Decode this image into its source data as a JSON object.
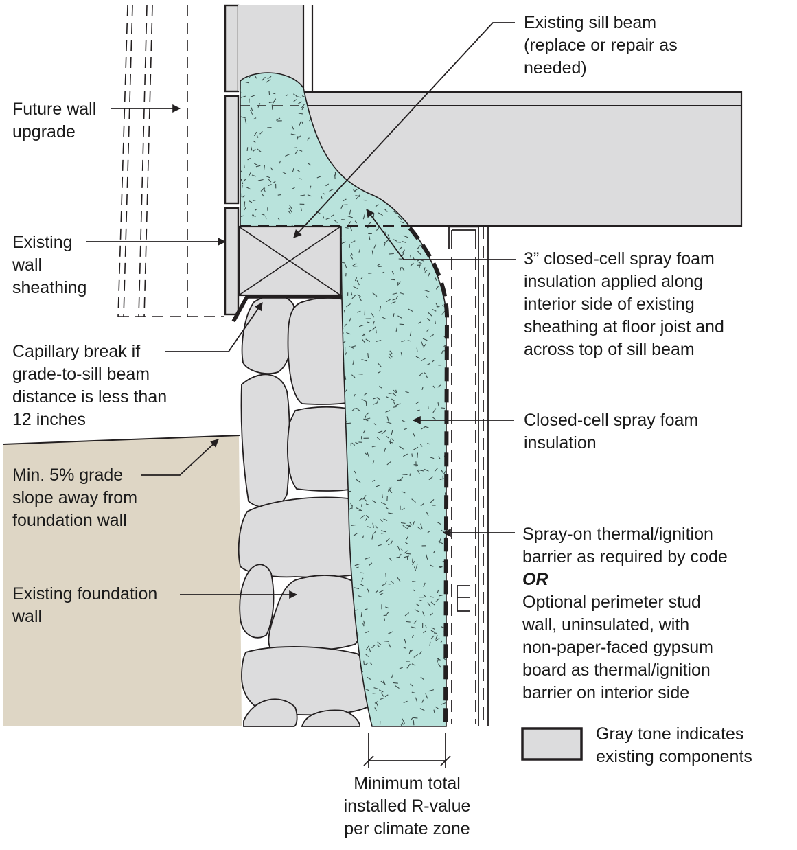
{
  "diagram": {
    "labels": {
      "sill_beam": "Existing sill beam\n(replace or repair as\nneeded)",
      "future_wall": "Future wall\nupgrade",
      "sheathing": "Existing\nwall\nsheathing",
      "foam_3in": "3” closed-cell spray foam\ninsulation applied along\ninterior side of existing\nsheathing at floor joist and\nacross top of sill beam",
      "capillary": "Capillary break if\ngrade-to-sill beam\ndistance is less than\n12 inches",
      "foam": "Closed-cell spray foam\ninsulation",
      "grade": "Min. 5% grade\nslope away from\nfoundation wall",
      "barrier": "Spray-on thermal/ignition\nbarrier as required by code",
      "or": "OR",
      "stud_wall": "Optional perimeter stud\nwall, uninsulated, with\nnon-paper-faced gypsum\nboard as thermal/ignition\nbarrier on interior side",
      "foundation": "Existing foundation\nwall",
      "r_value": "Minimum total\ninstalled R-value\nper climate zone"
    },
    "legend": {
      "text": "Gray tone indicates\nexisting components",
      "swatch_color": "#dcdcdd"
    },
    "colors": {
      "existing_gray": "#dcdcdd",
      "foam": "#b9e3dc",
      "soil": "#ded6c5",
      "line": "#231f20"
    }
  }
}
